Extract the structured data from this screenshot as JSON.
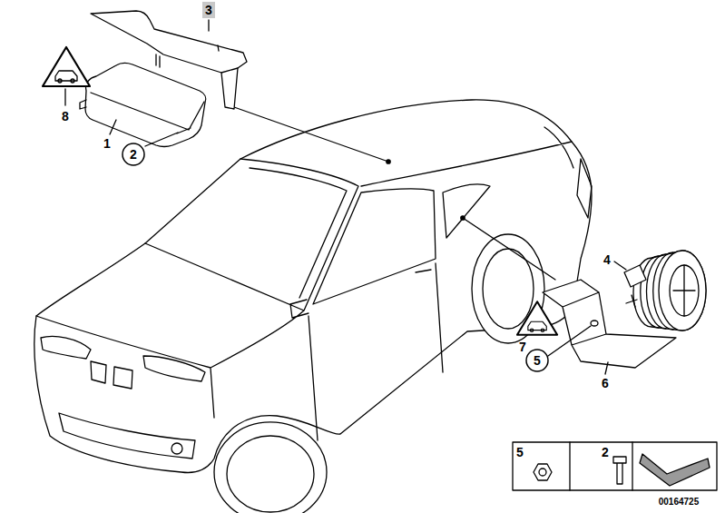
{
  "diagram": {
    "nodes": [
      {
        "text": [
          "3"
        ]
      },
      {
        "text": [
          "2"
        ]
      },
      {
        "text": [
          "5"
        ]
      }
    ],
    "labels": [
      "8",
      "1",
      "4",
      "7",
      "6",
      "5",
      "2",
      "00164725"
    ]
  }
}
